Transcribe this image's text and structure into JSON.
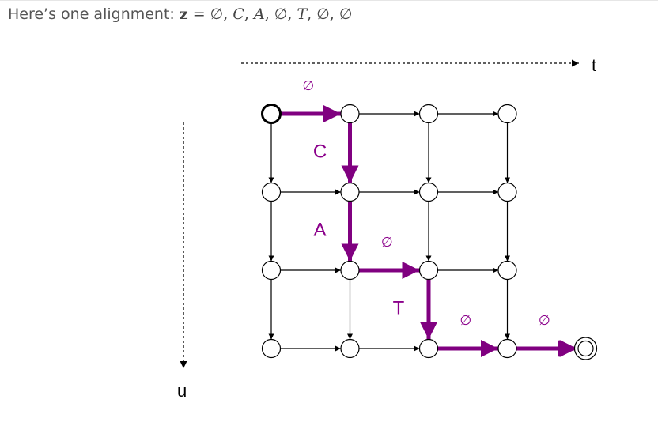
{
  "caption": {
    "prefix": "Here’s one alignment: ",
    "var": "z",
    "eq": " = ",
    "sequence": [
      "∅",
      "C",
      "A",
      "∅",
      "T",
      "∅",
      "∅"
    ]
  },
  "axes": {
    "t_label": "t",
    "u_label": "u"
  },
  "grid": {
    "rows": 4,
    "cols": 4
  },
  "alignment": {
    "path_color": "#800080",
    "steps": [
      {
        "dir": "right",
        "from": [
          0,
          0
        ],
        "label": "∅"
      },
      {
        "dir": "down",
        "from": [
          0,
          1
        ],
        "label": "C"
      },
      {
        "dir": "down",
        "from": [
          1,
          1
        ],
        "label": "A"
      },
      {
        "dir": "right",
        "from": [
          2,
          1
        ],
        "label": "∅"
      },
      {
        "dir": "down",
        "from": [
          2,
          2
        ],
        "label": "T"
      },
      {
        "dir": "right",
        "from": [
          3,
          2
        ],
        "label": "∅"
      },
      {
        "dir": "right",
        "from": [
          3,
          3
        ],
        "label": "∅"
      }
    ]
  }
}
